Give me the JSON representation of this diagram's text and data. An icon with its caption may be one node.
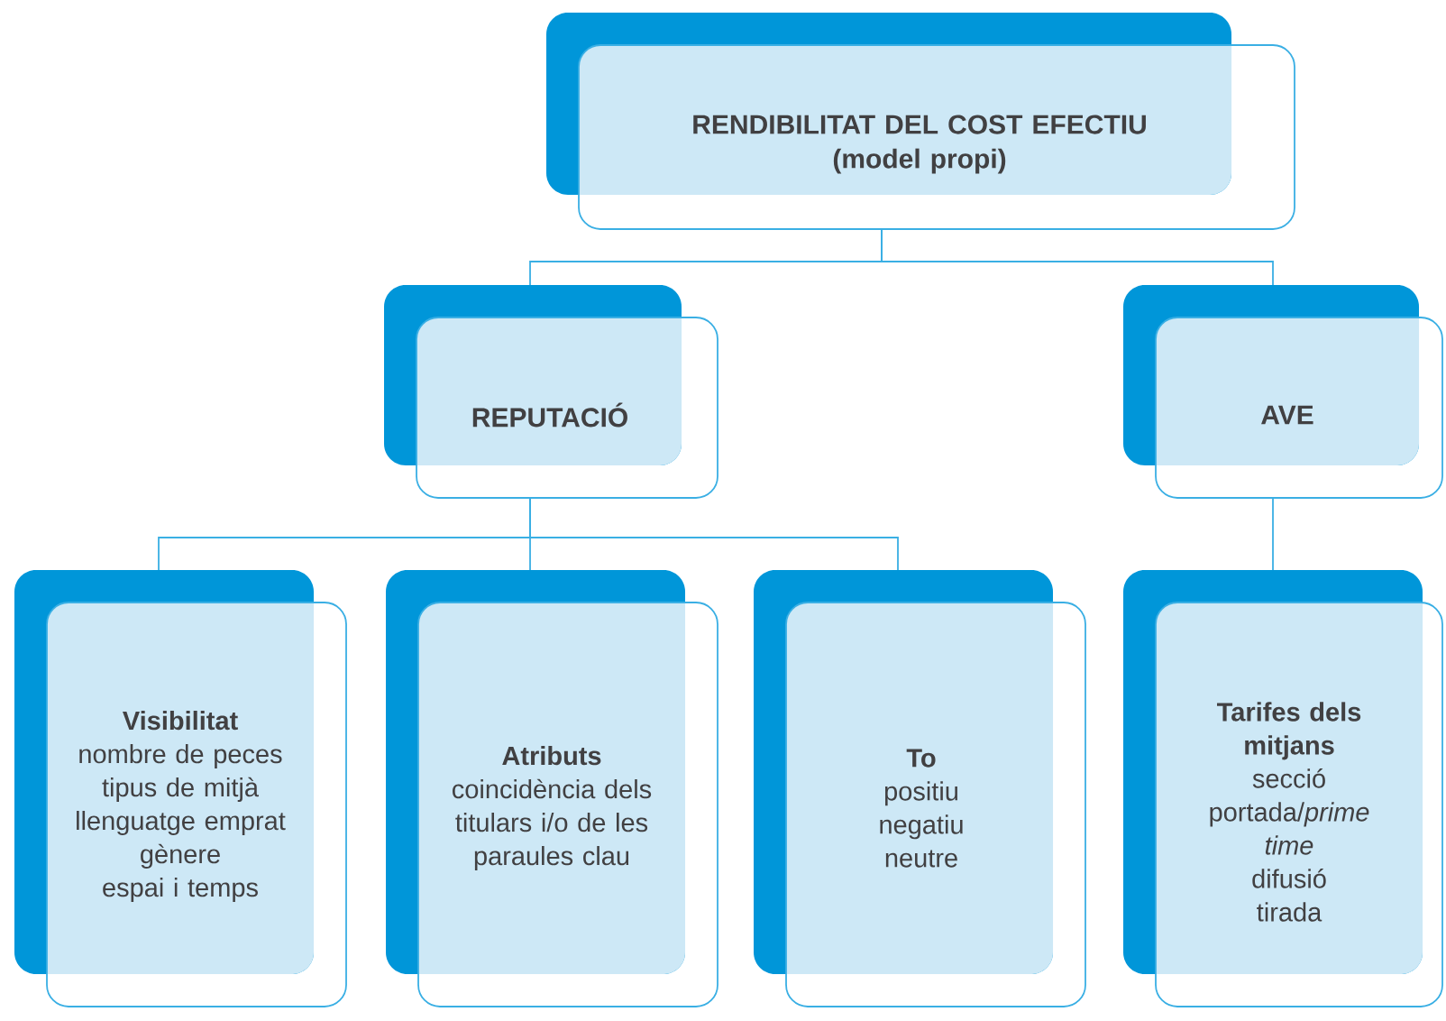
{
  "diagram": {
    "nodes": [
      {
        "text": [
          "RENDIBILITAT DEL COST EFECTIU",
          "(model propi)"
        ]
      },
      {
        "text": [
          "REPUTACIÓ"
        ]
      },
      {
        "text": [
          "AVE"
        ]
      },
      {
        "text": [
          "Visibilitat",
          "nombre de peces",
          "tipus de mitjà",
          "llenguatge emprat",
          "gènere",
          "espai i temps"
        ]
      },
      {
        "text": [
          "Atributs",
          "coincidència dels titulars i/o de les paraules clau"
        ]
      },
      {
        "text": [
          "To",
          "positiu",
          "negatiu",
          "neutre"
        ]
      },
      {
        "text": [
          "Tarifes dels mitjans",
          "secció",
          "portada/*prime time*",
          "difusió",
          "tirada"
        ]
      }
    ],
    "edges": [
      {
        "from": 0,
        "to": 1,
        "arrow": "none"
      },
      {
        "from": 0,
        "to": 2,
        "arrow": "none"
      },
      {
        "from": 1,
        "to": 3,
        "arrow": "none"
      },
      {
        "from": 1,
        "to": 4,
        "arrow": "none"
      },
      {
        "from": 1,
        "to": 5,
        "arrow": "none"
      },
      {
        "from": 2,
        "to": 6,
        "arrow": "none"
      }
    ]
  }
}
